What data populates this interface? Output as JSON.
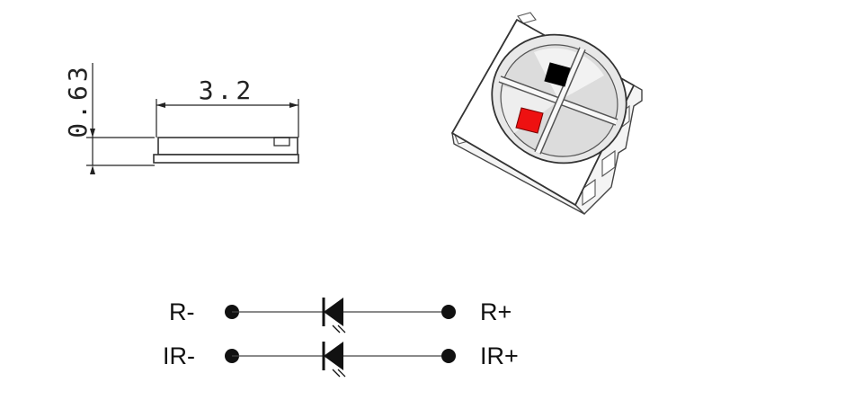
{
  "side_view": {
    "width_dimension": "3.2",
    "height_dimension": "0.63"
  },
  "package_3d": {
    "led_colors": {
      "red": "#ee1111",
      "black": "#000000"
    }
  },
  "schematic": {
    "rows": [
      {
        "left_label": "R-",
        "right_label": "R+"
      },
      {
        "left_label": "IR-",
        "right_label": "IR+"
      }
    ]
  }
}
